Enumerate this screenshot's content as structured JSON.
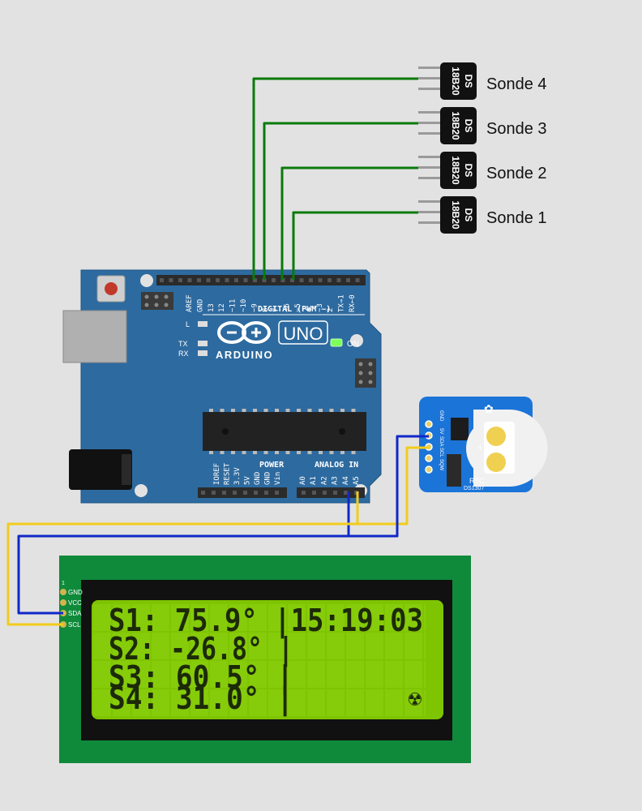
{
  "sensors": [
    {
      "label": "Sonde 4",
      "chip_line1": "DS",
      "chip_line2": "18B20"
    },
    {
      "label": "Sonde 3",
      "chip_line1": "DS",
      "chip_line2": "18B20"
    },
    {
      "label": "Sonde 2",
      "chip_line1": "DS",
      "chip_line2": "18B20"
    },
    {
      "label": "Sonde 1",
      "chip_line1": "DS",
      "chip_line2": "18B20"
    }
  ],
  "arduino": {
    "logo_text": "ARDUINO",
    "model": "UNO",
    "on_label": "ON",
    "tx_label": "TX",
    "rx_label": "RX",
    "l_label": "L",
    "digital_label": "DIGITAL (PWM ~)",
    "power_label": "POWER",
    "analog_label": "ANALOG IN",
    "digital_pins": [
      "AREF",
      "GND",
      "13",
      "12",
      "~11",
      "~10",
      "~9",
      "8",
      "7",
      "~6",
      "~5",
      "4",
      "~3",
      "2",
      "TX→1",
      "RX←0"
    ],
    "power_pins": [
      "IOREF",
      "RESET",
      "3.3V",
      "5V",
      "GND",
      "GND",
      "Vin"
    ],
    "analog_pins": [
      "A0",
      "A1",
      "A2",
      "A3",
      "A4",
      "A5"
    ]
  },
  "rtc": {
    "title": "RTC",
    "model": "DS1307",
    "pins": [
      "GND",
      "5V",
      "SDA",
      "SCL",
      "SQW"
    ]
  },
  "lcd": {
    "pin_number": "1",
    "pins": [
      "GND",
      "VCC",
      "SDA",
      "SCL"
    ],
    "lines": [
      "S1: 75.9°  |15:19:03",
      "S2: -26.8° |",
      "S3: 60.5°  |",
      "S4: 31.0°  |"
    ],
    "special_char": "☢"
  },
  "colors": {
    "wire_green": "#0a7a0a",
    "wire_blue": "#1028c8",
    "wire_yellow": "#f2cc1c",
    "board_blue": "#2d6a9f",
    "rtc_blue": "#1b74d8",
    "lcd_pcb": "#0f8a3a",
    "lcd_screen": "#7fc400",
    "lcd_text": "#1c2a08"
  }
}
